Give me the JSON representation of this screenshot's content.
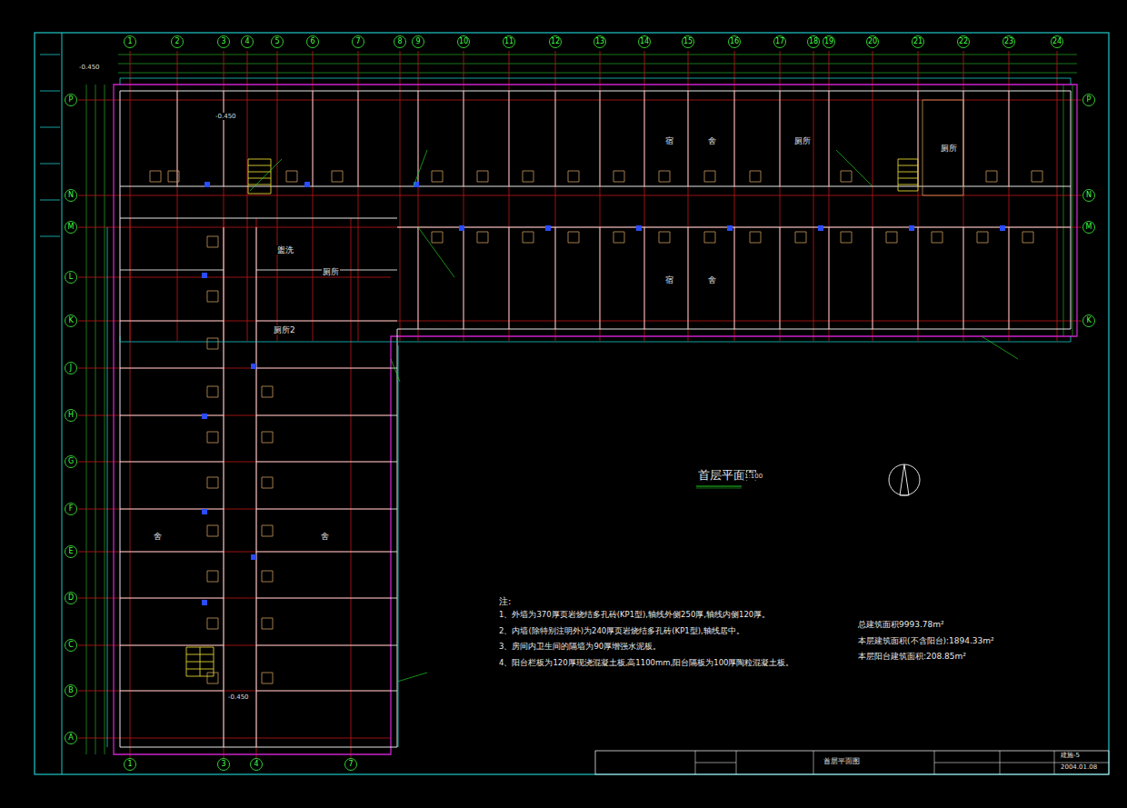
{
  "diagram": {
    "title": "首层平面图",
    "nodes": [
      {
        "text": [
          "1"
        ]
      },
      {
        "text": [
          "2"
        ]
      },
      {
        "text": [
          "3"
        ]
      },
      {
        "text": [
          "4"
        ]
      },
      {
        "text": [
          "5"
        ]
      },
      {
        "text": [
          "6"
        ]
      },
      {
        "text": [
          "7"
        ]
      },
      {
        "text": [
          "8"
        ]
      },
      {
        "text": [
          "9"
        ]
      },
      {
        "text": [
          "10"
        ]
      },
      {
        "text": [
          "11"
        ]
      },
      {
        "text": [
          "12"
        ]
      },
      {
        "text": [
          "13"
        ]
      },
      {
        "text": [
          "14"
        ]
      },
      {
        "text": [
          "15"
        ]
      },
      {
        "text": [
          "16"
        ]
      },
      {
        "text": [
          "17"
        ]
      },
      {
        "text": [
          "18"
        ]
      },
      {
        "text": [
          "19"
        ]
      },
      {
        "text": [
          "20"
        ]
      },
      {
        "text": [
          "21"
        ]
      },
      {
        "text": [
          "22"
        ]
      },
      {
        "text": [
          "23"
        ]
      },
      {
        "text": [
          "24"
        ]
      },
      {
        "text": [
          "P"
        ]
      },
      {
        "text": [
          "N"
        ]
      },
      {
        "text": [
          "M"
        ]
      },
      {
        "text": [
          "L"
        ]
      },
      {
        "text": [
          "K"
        ]
      },
      {
        "text": [
          "J"
        ]
      },
      {
        "text": [
          "H"
        ]
      },
      {
        "text": [
          "G"
        ]
      },
      {
        "text": [
          "F"
        ]
      },
      {
        "text": [
          "E"
        ]
      },
      {
        "text": [
          "D"
        ]
      },
      {
        "text": [
          "C"
        ]
      },
      {
        "text": [
          "B"
        ]
      },
      {
        "text": [
          "A"
        ]
      },
      {
        "text": [
          "P"
        ]
      },
      {
        "text": [
          "N"
        ]
      },
      {
        "text": [
          "M"
        ]
      },
      {
        "text": [
          "K"
        ]
      },
      {
        "text": [
          "1"
        ]
      },
      {
        "text": [
          "3"
        ]
      },
      {
        "text": [
          "4"
        ]
      },
      {
        "text": [
          "7"
        ]
      }
    ],
    "labels": [
      "1:100",
      "注:",
      "1、外墙为370厚页岩烧结多孔砖(KP1型),轴线外侧250厚,轴线内侧120厚。",
      "2、内墙(除特别注明外)为240厚页岩烧结多孔砖(KP1型),轴线居中。",
      "3、房间内卫生间的隔墙为90厚增强水泥板。",
      "4、阳台栏板为120厚现浇混凝土板,高1100mm,阳台隔板为100厚陶粒混凝土板。",
      "总建筑面积9993.78m²",
      "本层建筑面积(不含阳台):1894.33m²",
      "本层阳台建筑面积:208.85m²",
      "宿",
      "舍",
      "厕所",
      "厕所",
      "宿",
      "舍",
      "盥洗",
      "厕所",
      "厕所2",
      "舍",
      "舍",
      "-0.450",
      "-0.450",
      "-0.450",
      "首层平面图",
      "建施-5",
      "2004.01.08"
    ]
  }
}
